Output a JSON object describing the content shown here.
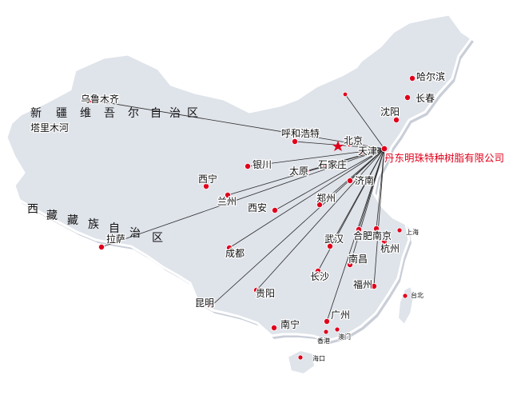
{
  "company_label": "丹东明珠特种树脂有限公司",
  "colors": {
    "marker": "#e0001b",
    "land": "#dfe3ea",
    "route": "#2b2b2b",
    "company_text": "#e0001b"
  },
  "regions": {
    "xinjiang": [
      "新",
      "疆",
      "维",
      "吾",
      "尔",
      "自",
      "治",
      "区"
    ],
    "tibet": [
      "西",
      "藏",
      "藏",
      "族",
      "自",
      "治",
      "区"
    ]
  },
  "cities": {
    "wulumuqi": "乌鲁木齐",
    "kashi": "塔里木河",
    "haerbin": "哈尔滨",
    "changchun": "长春",
    "shenyang": "沈阳",
    "huhehaote": "呼和浩特",
    "beijing": "北京",
    "tianjin": "天津",
    "yinchuan": "银川",
    "shijiazhuang": "石家庄",
    "taiyuan": "太原",
    "jinan": "济南",
    "xining": "西宁",
    "lanzhou": "兰州",
    "xian": "西安",
    "zhengzhou": "郑州",
    "lasa": "拉萨",
    "chengdu": "成都",
    "wuhan": "武汉",
    "hefei": "合肥",
    "nanjing": "南京",
    "shanghai": "上海",
    "hangzhou": "杭州",
    "nanchang": "南昌",
    "changsha": "长沙",
    "guiyang": "贵阳",
    "fuzhou": "福州",
    "kunming": "昆明",
    "taibei": "台北",
    "guangzhou": "广州",
    "nanning": "南宁",
    "xianggang": "香港",
    "aomen": "澳门",
    "haikou": "海口"
  }
}
